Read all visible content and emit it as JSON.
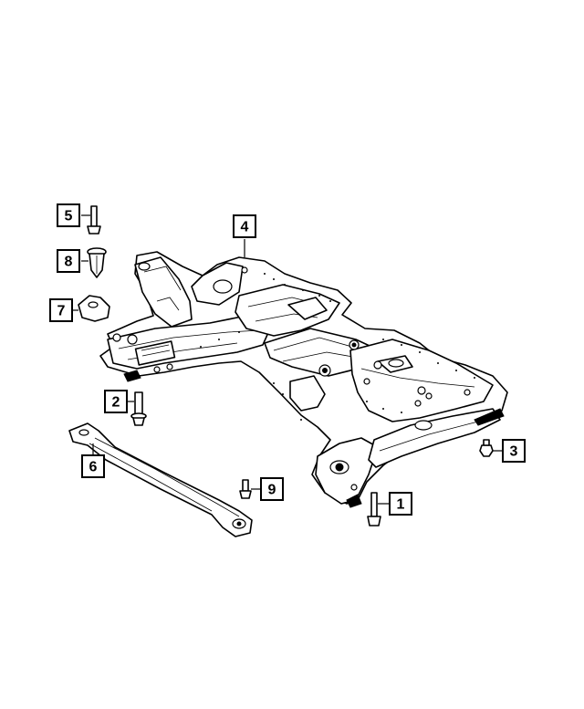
{
  "callouts": [
    {
      "label": "1",
      "part": "bolt-long"
    },
    {
      "label": "2",
      "part": "bolt-flange"
    },
    {
      "label": "3",
      "part": "nut"
    },
    {
      "label": "4",
      "part": "crossmember"
    },
    {
      "label": "5",
      "part": "bolt-small"
    },
    {
      "label": "6",
      "part": "brace"
    },
    {
      "label": "7",
      "part": "bushing"
    },
    {
      "label": "8",
      "part": "push-pin"
    },
    {
      "label": "9",
      "part": "bolt-short"
    }
  ],
  "colors": {
    "line": "#000000",
    "background": "#ffffff"
  }
}
